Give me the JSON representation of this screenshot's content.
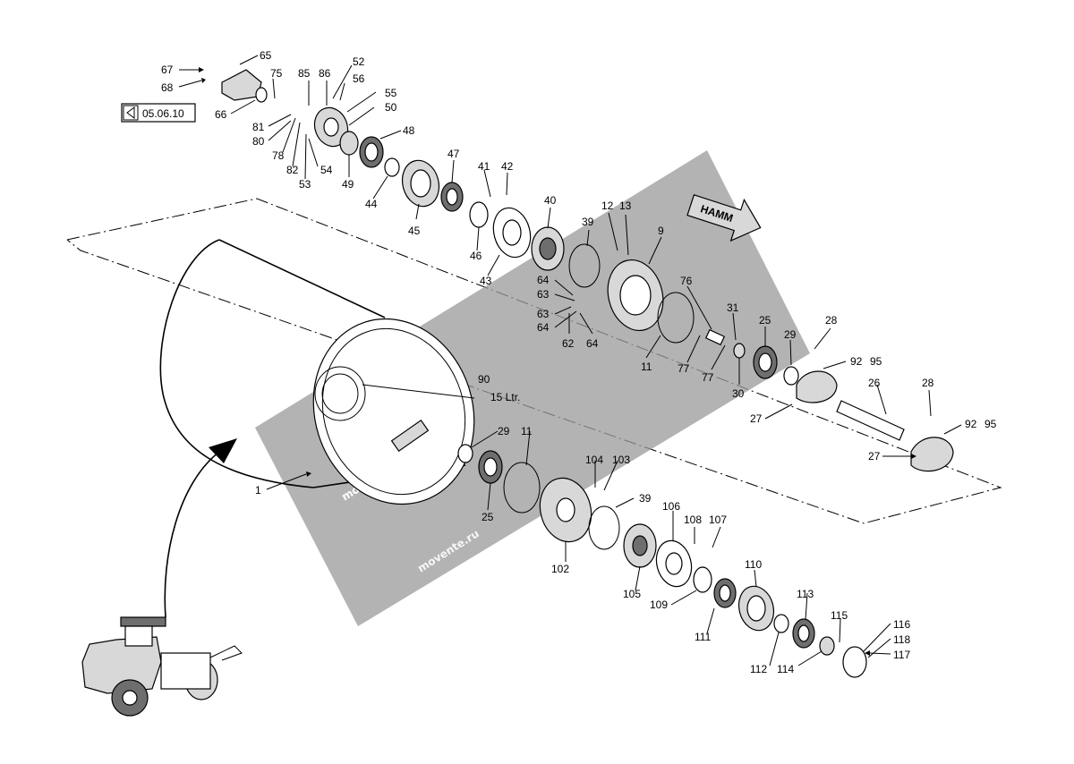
{
  "reference": {
    "page_ref": "05.06.10",
    "icon": "page-reference-icon"
  },
  "watermark": {
    "brand": "movente",
    "url": "movente.ru"
  },
  "arrow_badge": {
    "text": "HAMM"
  },
  "notes": {
    "oil_label": "90",
    "oil_volume": "15 Ltr."
  },
  "callouts": [
    "67",
    "68",
    "65",
    "75",
    "85",
    "86",
    "52",
    "56",
    "55",
    "50",
    "66",
    "81",
    "80",
    "78",
    "82",
    "53",
    "54",
    "49",
    "48",
    "44",
    "47",
    "45",
    "41",
    "42",
    "46",
    "43",
    "40",
    "39",
    "12",
    "13",
    "9",
    "64",
    "63",
    "63",
    "64",
    "62",
    "64",
    "11",
    "76",
    "31",
    "25",
    "28",
    "29",
    "92",
    "95",
    "77",
    "77",
    "30",
    "26",
    "27",
    "28",
    "92",
    "95",
    "27",
    "1",
    "29",
    "11",
    "25",
    "104",
    "103",
    "39",
    "102",
    "106",
    "108",
    "107",
    "105",
    "110",
    "109",
    "111",
    "113",
    "115",
    "116",
    "118",
    "117",
    "112",
    "114"
  ]
}
